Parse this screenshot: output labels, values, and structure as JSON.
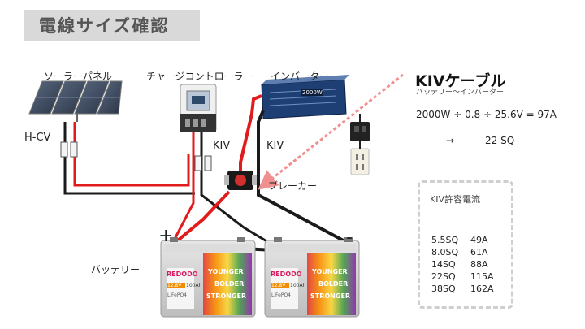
{
  "title": "電線サイズ確認",
  "labels": {
    "solar_panel": "ソーラーパネル",
    "charge_controller": "チャージコントローラー",
    "inverter": "インバーター",
    "hcv": "H-CV",
    "kiv_left": "KIV",
    "kiv_right": "KIV",
    "breaker": "ブレーカー",
    "battery": "バッテリー",
    "plus": "+",
    "minus": "-",
    "inverter_rating": "2000W"
  },
  "kiv_info": {
    "title": "KIVケーブル",
    "subtitle": "バッテリー〜インバーター",
    "calculation": "2000W ÷ 0.8 ÷ 25.6V = 97A",
    "arrow": "→",
    "result": "22 SQ"
  },
  "allowable_current": {
    "title": "KIV許容電流",
    "rows": [
      {
        "size": "5.5SQ",
        "amps": "49A"
      },
      {
        "size": "8.0SQ",
        "amps": "61A"
      },
      {
        "size": "14SQ",
        "amps": "88A"
      },
      {
        "size": "22SQ",
        "amps": "115A"
      },
      {
        "size": "38SQ",
        "amps": "162A"
      }
    ]
  },
  "battery_text": {
    "brand": "REDODO",
    "voltage": "12.8V",
    "capacity": "100Ah",
    "chem": "LiFePO4",
    "slogan_1": "YOUNGER",
    "slogan_2": "BOLDER",
    "slogan_3": "STRONGER"
  },
  "colors": {
    "wire_red": "#e11b1b",
    "wire_black": "#1a1a1a",
    "dashed_arrow": "#ef8f8f",
    "title_bg": "#d9d9d9",
    "inverter_blue": "#1e3f73"
  }
}
